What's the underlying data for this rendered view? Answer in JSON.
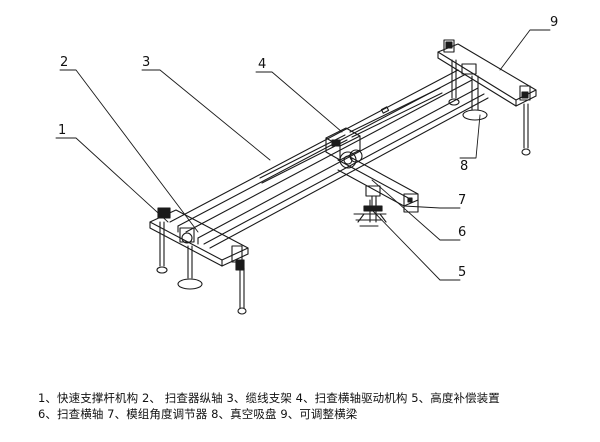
{
  "callouts": [
    "1",
    "2",
    "3",
    "4",
    "5",
    "6",
    "7",
    "8",
    "9"
  ],
  "caption": {
    "line1": "1、快速支撑杆机构 2、 扫查器纵轴 3、缆线支架 4、扫查横轴驱动机构 5、高度补偿装置",
    "line2": "6、扫查横轴 7、模组角度调节器 8、真空吸盘  9、可调整横梁"
  }
}
